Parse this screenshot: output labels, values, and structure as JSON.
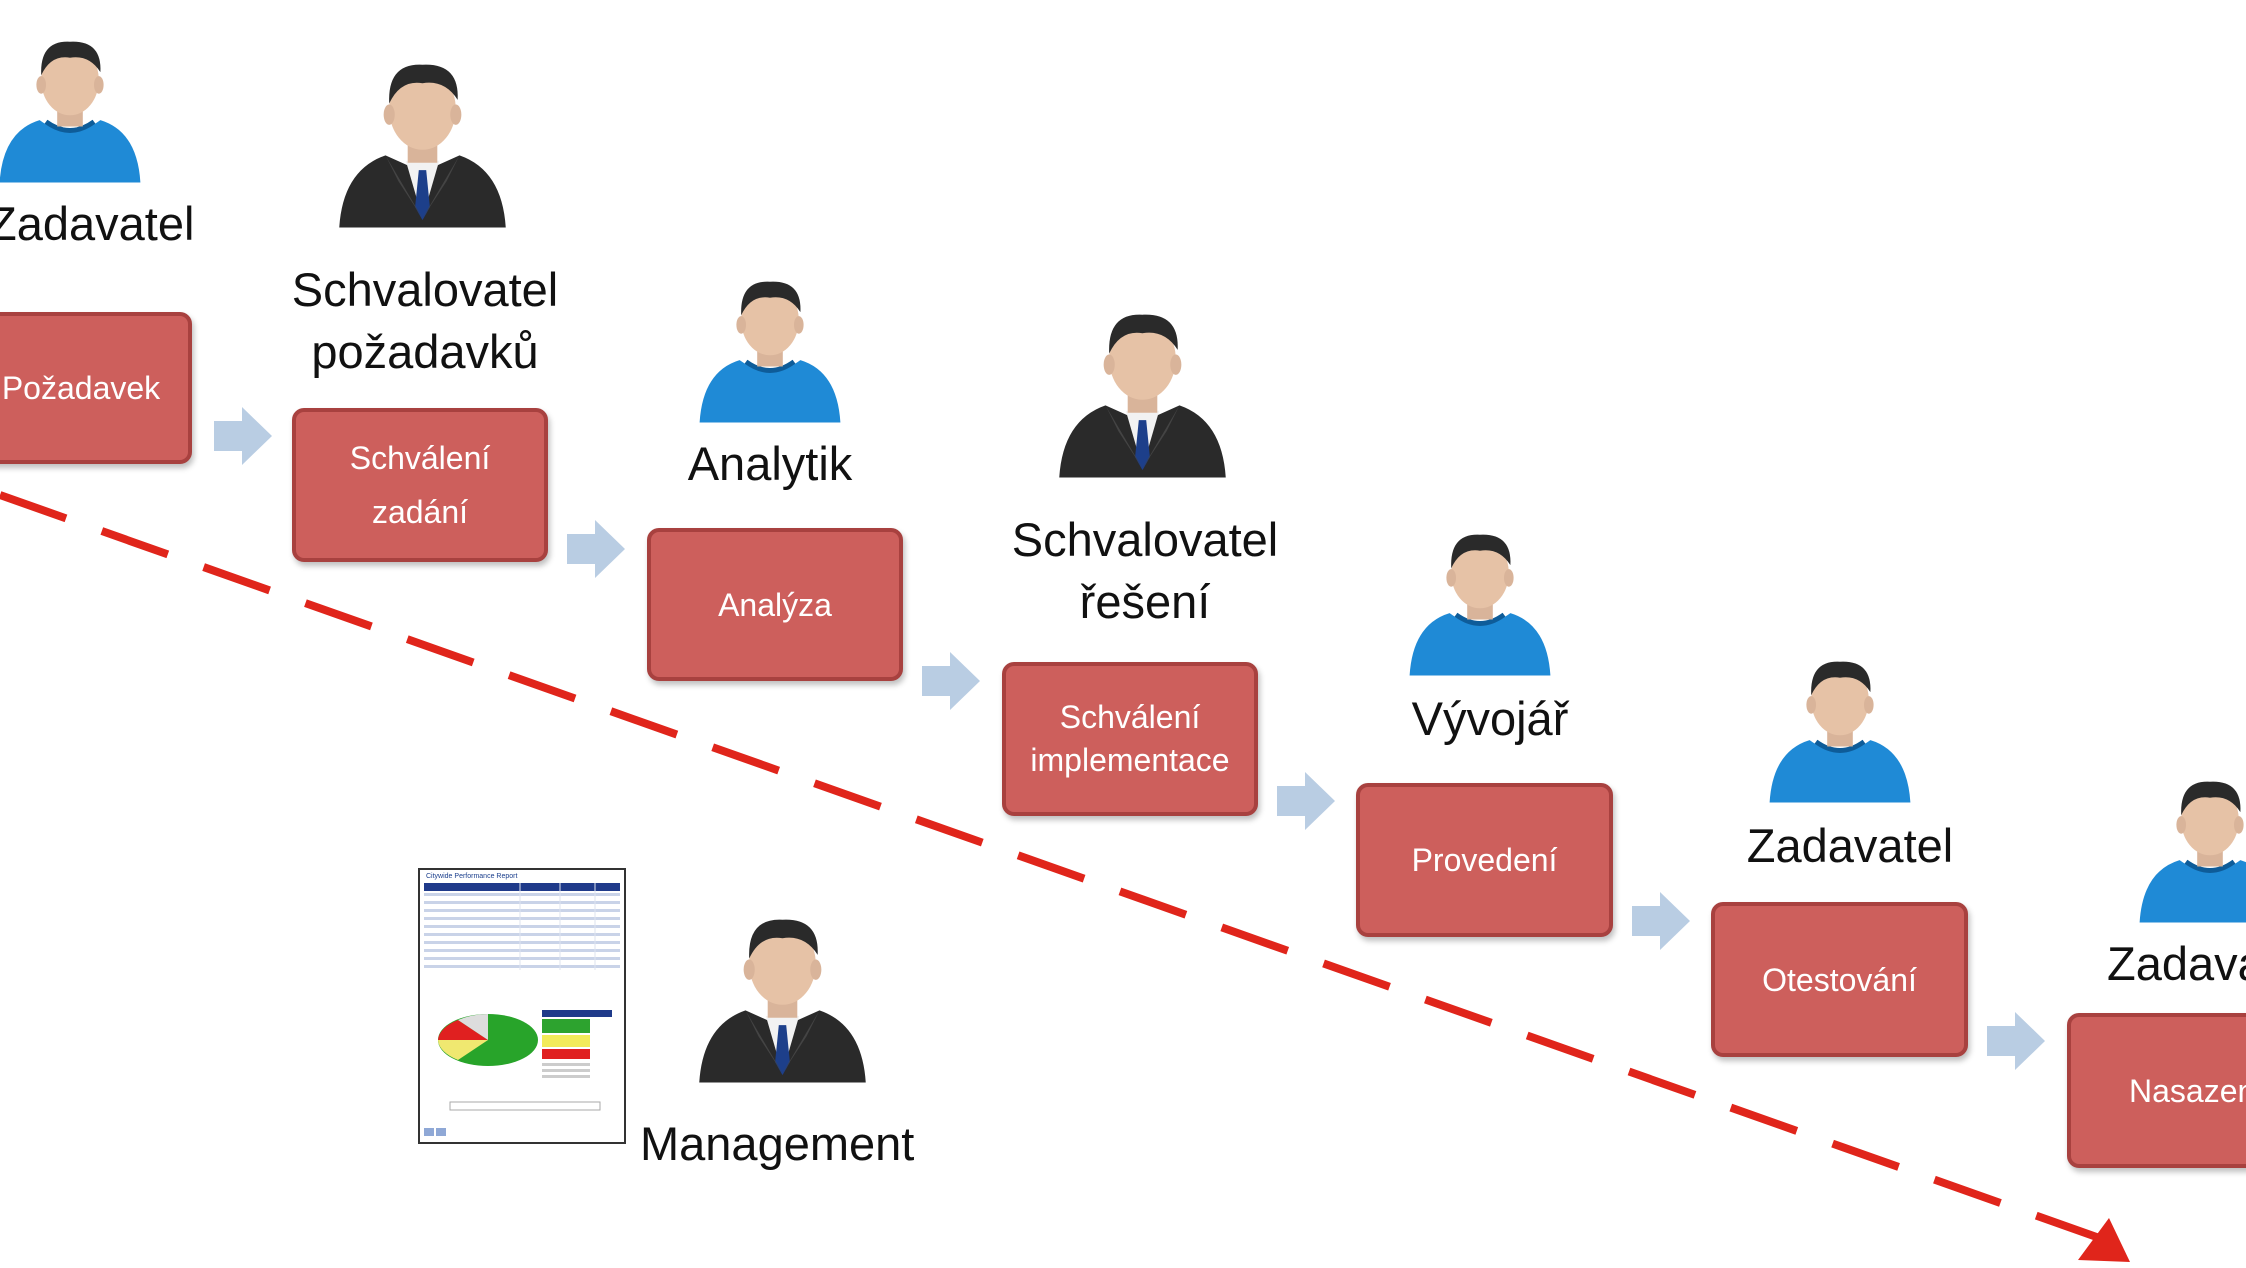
{
  "flow": [
    {
      "role": [
        "Zadavatel"
      ],
      "step": [
        "Požadavek"
      ],
      "person_type": "casual"
    },
    {
      "role": [
        "Schvalovatel",
        "požadavků"
      ],
      "step": [
        "Schválení",
        "zadání"
      ],
      "person_type": "business"
    },
    {
      "role": [
        "Analytik"
      ],
      "step": [
        "Analýza"
      ],
      "person_type": "casual"
    },
    {
      "role": [
        "Schvalovatel",
        "řešení"
      ],
      "step": [
        "Schválení",
        "implementace"
      ],
      "person_type": "business"
    },
    {
      "role": [
        "Vývojář"
      ],
      "step": [
        "Provedení"
      ],
      "person_type": "casual"
    },
    {
      "role": [
        "Zadavatel"
      ],
      "step": [
        "Otestování"
      ],
      "person_type": "casual"
    },
    {
      "role": [
        "Zadavatel"
      ],
      "step": [
        "Nasazení"
      ],
      "person_type": "casual"
    }
  ],
  "management": {
    "label": "Management",
    "report_title": "Citywide Performance Report",
    "person_type": "business",
    "icon": "report-document-icon"
  },
  "colors": {
    "step_fill": "#cd5f5c",
    "step_border": "#a8413f",
    "flow_arrow": "#b9cde3",
    "timeline_arrow": "#e0251b",
    "casual_shirt": "#1f8ad6",
    "suit": "#2a2a2a"
  },
  "icons": {
    "flow_arrow": "right-block-arrow-icon",
    "timeline": "dashed-red-arrow-icon",
    "casual_person": "casual-user-icon",
    "business_person": "business-user-icon"
  }
}
